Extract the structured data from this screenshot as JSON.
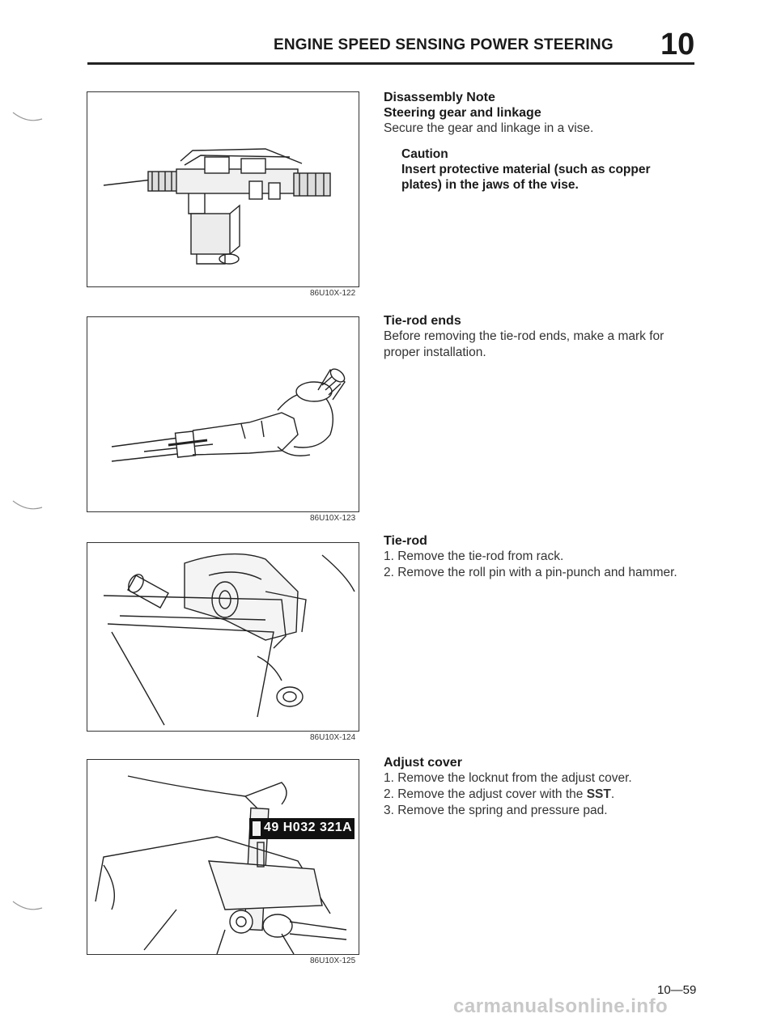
{
  "header": {
    "title": "ENGINE SPEED SENSING POWER STEERING",
    "chapter": "10"
  },
  "figures": [
    {
      "code": "86U10X-122"
    },
    {
      "code": "86U10X-123"
    },
    {
      "code": "86U10X-124"
    },
    {
      "code": "86U10X-125",
      "tool_label": "49 H032 321A"
    }
  ],
  "sections": {
    "disassembly": {
      "title": "Disassembly Note",
      "subtitle": "Steering gear and linkage",
      "text": "Secure the gear and linkage in a vise.",
      "caution_title": "Caution",
      "caution_text_1": "Insert protective material (such as copper",
      "caution_text_2": "plates) in the jaws of the vise."
    },
    "tierod_ends": {
      "title": "Tie-rod ends",
      "text_1": "Before removing the tie-rod ends, make a mark for",
      "text_2": "proper installation."
    },
    "tierod": {
      "title": "Tie-rod",
      "steps": [
        "1. Remove the tie-rod from rack.",
        "2. Remove the roll pin with a pin-punch and hammer."
      ]
    },
    "adjust_cover": {
      "title": "Adjust cover",
      "step_1": "1. Remove the locknut from the adjust cover.",
      "step_2_pre": "2. Remove the adjust cover with the ",
      "step_2_bold": "SST",
      "step_2_post": ".",
      "step_3": "3. Remove the spring and pressure pad."
    }
  },
  "footer": {
    "page_number": "10—59",
    "site": "carmanualsonline.info"
  }
}
